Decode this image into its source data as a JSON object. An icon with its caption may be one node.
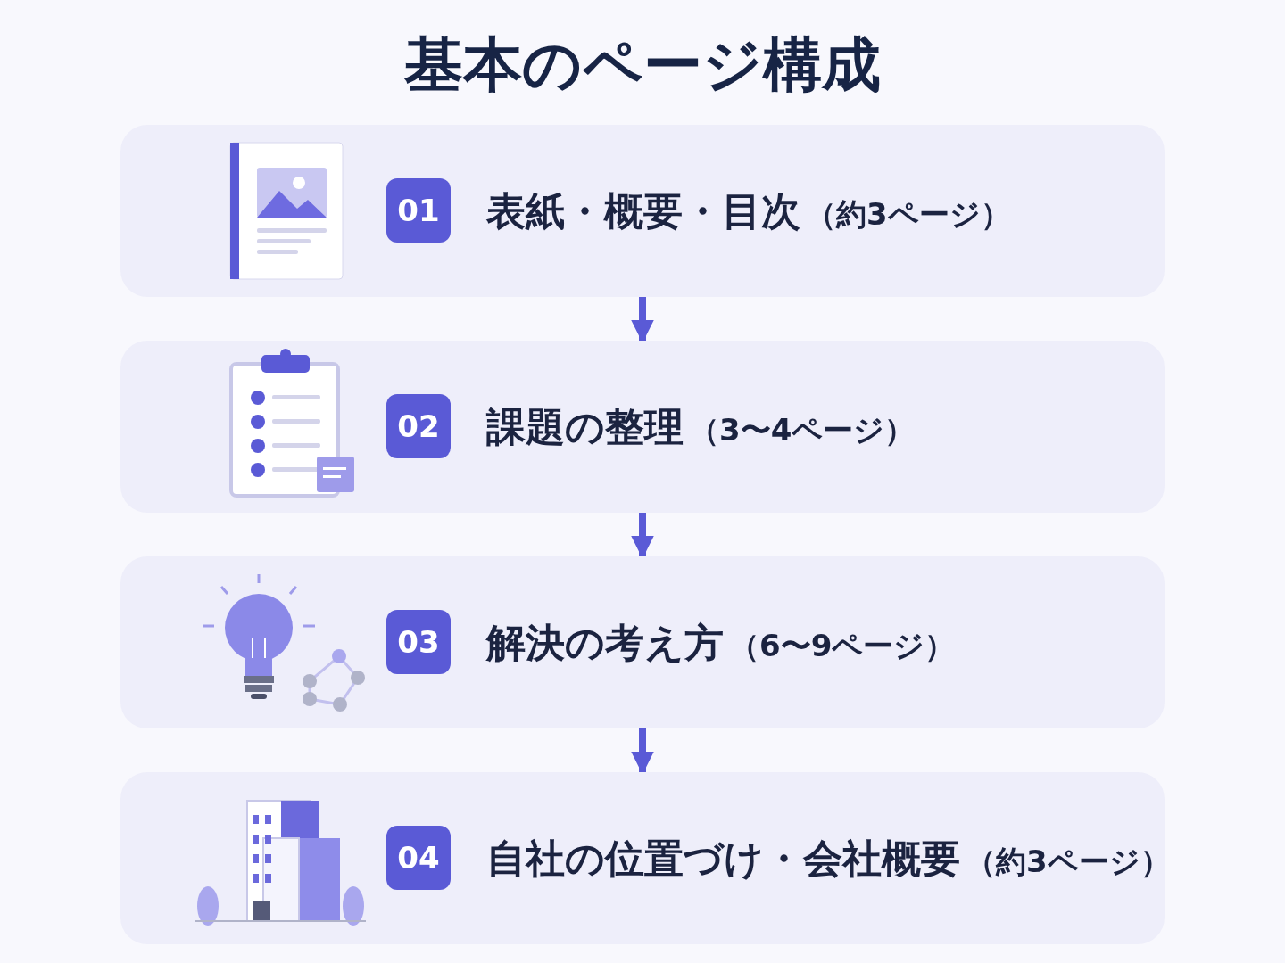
{
  "diagram": {
    "title": "基本のページ構成",
    "nodes": [
      {
        "text": [
          "表紙・概要・目次",
          "（約3ページ）"
        ]
      },
      {
        "text": [
          "01"
        ],
        "in": 0
      },
      {
        "text": [
          "課題の整理",
          "（3〜4ページ）"
        ]
      },
      {
        "text": [
          "02"
        ],
        "in": 2
      },
      {
        "text": [
          "解決の考え方",
          "（6〜9ページ）"
        ]
      },
      {
        "text": [
          "03"
        ],
        "in": 4
      },
      {
        "text": [
          "自社の位置づけ・会社概要",
          "（約3ページ）"
        ]
      },
      {
        "text": [
          "04"
        ],
        "in": 6
      }
    ],
    "edges": [
      {
        "from": 0,
        "to": 2,
        "arrow": "to"
      },
      {
        "from": 2,
        "to": 4,
        "arrow": "to"
      },
      {
        "from": 4,
        "to": 6,
        "arrow": "to"
      }
    ]
  }
}
